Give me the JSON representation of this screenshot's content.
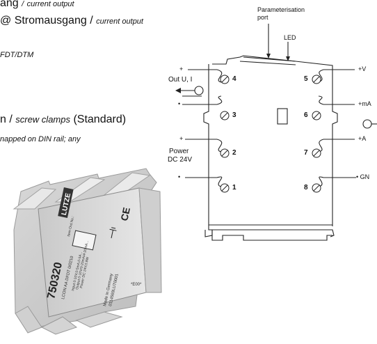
{
  "text_block": {
    "line1_de": "ang",
    "line1_en": "current output",
    "line2_de": "@ Stromausgang",
    "line2_en": "current output",
    "line3": "FDT/DTM",
    "line4_de": "n /",
    "line4_en": "screw clamps",
    "line4_std": "(Standard)",
    "line5": "napped on DIN rail; any",
    "sep": "/"
  },
  "diagram": {
    "param_port_line1": "Parameterisation",
    "param_port_line2": "port",
    "led": "LED",
    "out_label": "Out U, I",
    "power_line1": "Power",
    "power_line2": "DC 24V",
    "plus_left_top": "+",
    "plus_left_power": "+",
    "dot_left_mid": "•",
    "dot_left_bottom": "•",
    "right_plus_v": "+V",
    "right_plus_ma": "+mA",
    "right_plus_a": "+A",
    "right_gnd": "• GN",
    "terminals": [
      "4",
      "3",
      "2",
      "1",
      "5",
      "6",
      "7",
      "8"
    ]
  },
  "device_photo": {
    "model_number": "750320",
    "model_desc": "LCON AA DFDT 0/0210",
    "brand": "LUTZE",
    "ce_mark": "CE",
    "made_in": "Made in Germany",
    "serial": "0114569LUT0001",
    "rev": "*E00*",
    "spec_input": "Input  0-10V,0-5mA,0-5A...",
    "spec_output": "Output 0-10V/0-20mA/4-20mA...",
    "spec_power": "Power  DC 24V,0.8W",
    "spec_part": "Item Ord.No.:"
  }
}
